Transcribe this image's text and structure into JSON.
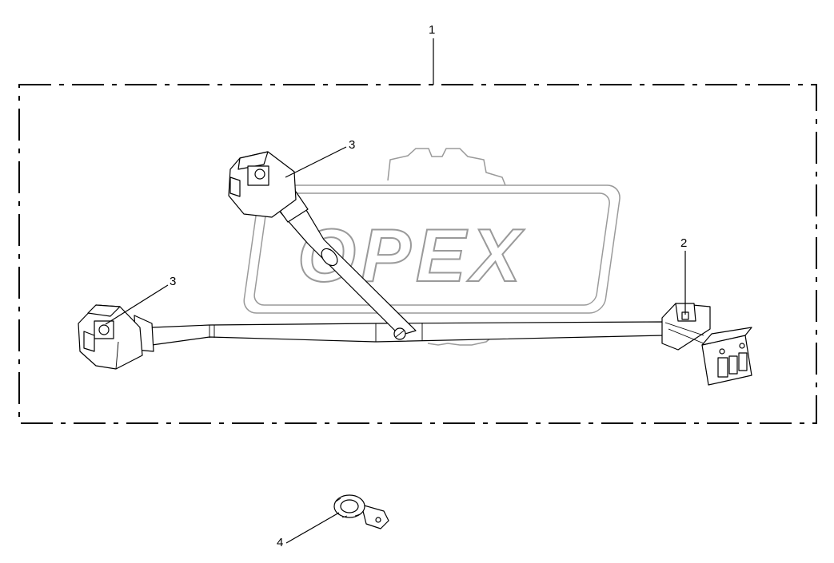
{
  "diagram": {
    "watermark_text": "OPEX",
    "callouts": {
      "assembly": "1",
      "connector_right": "2",
      "connector_top": "3",
      "connector_left": "3",
      "clamp": "4"
    }
  }
}
